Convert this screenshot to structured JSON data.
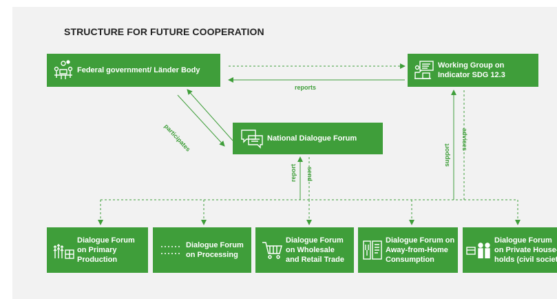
{
  "title": "STRUCTURE FOR FUTURE COOPERATION",
  "colors": {
    "box": "#3f9e3a",
    "arrow": "#3f9e3a",
    "background": "#f2f2f2"
  },
  "nodes": {
    "federal": {
      "label": "Federal government/ Länder Body",
      "icon": "people-meeting-icon"
    },
    "working_group": {
      "label": "Working Group on\nIndicator SDG 12.3",
      "icon": "presentation-icon"
    },
    "national_forum": {
      "label": "National Dialogue Forum",
      "icon": "speech-bubbles-icon"
    },
    "forums": [
      {
        "label": "Dialogue Forum\non Primary\nProduction",
        "icon": "crops-icon"
      },
      {
        "label": "Dialogue Forum\non Processing",
        "icon": "dotted-lines-icon"
      },
      {
        "label": "Dialogue Forum\non Wholesale\nand Retail Trade",
        "icon": "shopping-cart-icon"
      },
      {
        "label": "Dialogue Forum on\nAway-from-Home\nConsumption",
        "icon": "menu-icon"
      },
      {
        "label": "Dialogue Forum\non Private House-\nholds (civil society)",
        "icon": "family-icon"
      }
    ]
  },
  "edge_labels": {
    "reports": "reports",
    "participates": "participates",
    "report": "report",
    "send": "send",
    "support": "support",
    "advises": "advises"
  }
}
